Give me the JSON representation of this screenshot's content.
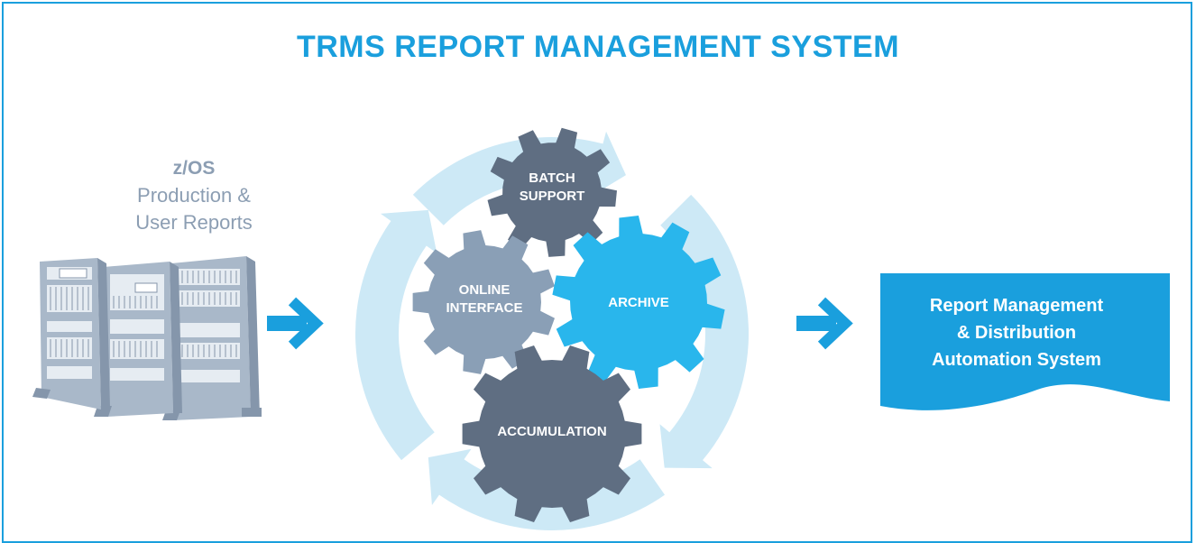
{
  "title": "TRMS REPORT MANAGEMENT SYSTEM",
  "source": {
    "os": "z/OS",
    "line1": "Production &",
    "line2": "User Reports"
  },
  "gears": {
    "batch": [
      "BATCH",
      "SUPPORT"
    ],
    "online": [
      "ONLINE",
      "INTERFACE"
    ],
    "archive": "ARCHIVE",
    "accumulation": "ACCUMULATION"
  },
  "output": [
    "Report Management",
    "& Distribution",
    "Automation System"
  ],
  "colors": {
    "accent": "#1a9fdd",
    "cycle": "#cde9f6",
    "gear_dark": "#5f6e82",
    "gear_mid": "#8a9fb6",
    "gear_bright": "#29b6ec",
    "server": "#a9b8c9"
  },
  "icons": [
    "server-rack-icon",
    "right-arrow-icon",
    "gear-icon",
    "document-icon"
  ]
}
